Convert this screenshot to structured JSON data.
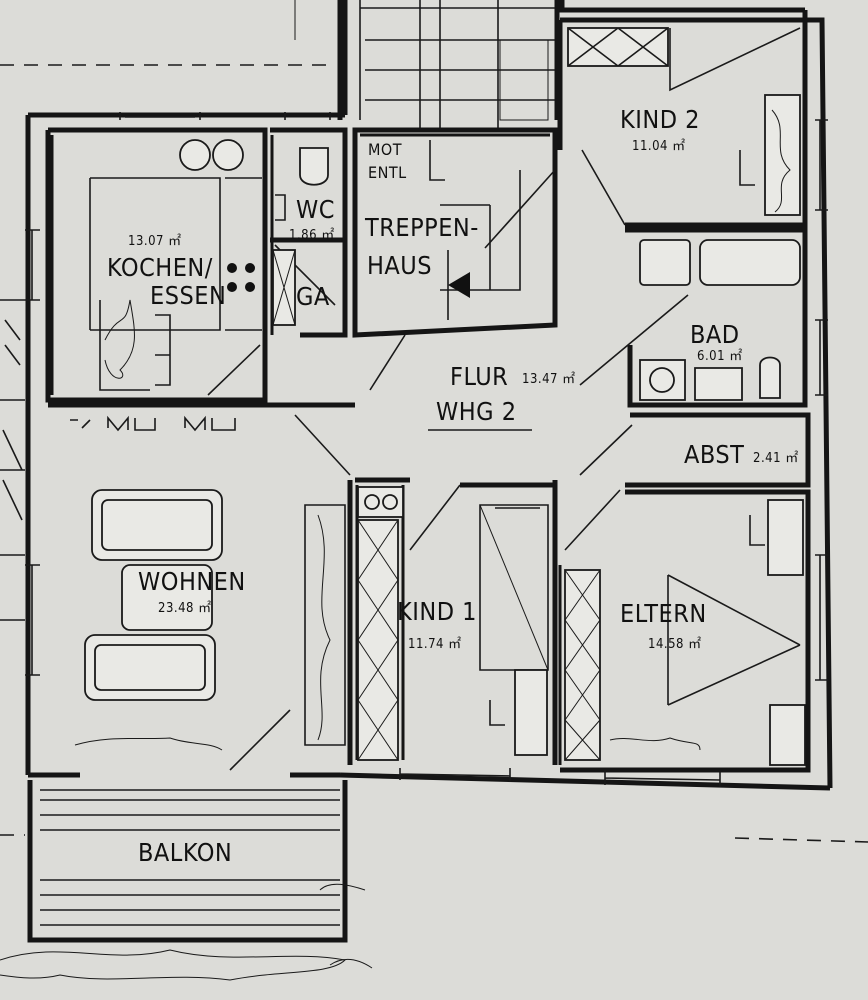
{
  "rooms": {
    "kind2": {
      "name": "KIND 2",
      "area": "11.04 ㎡"
    },
    "kochen": {
      "name1": "KOCHEN/",
      "name2": "ESSEN",
      "area": "13.07 ㎡"
    },
    "wc": {
      "name": "WC",
      "area": "1.86 ㎡"
    },
    "ga": {
      "name": "GA"
    },
    "mot": {
      "line1": "MOT",
      "line2": "ENTL"
    },
    "treppenhaus": {
      "name1": "TREPPEN-",
      "name2": "HAUS"
    },
    "bad": {
      "name": "BAD",
      "area": "6.01 ㎡"
    },
    "flur": {
      "name": "FLUR",
      "area": "13.47 ㎡"
    },
    "wohnung": {
      "name": "WHG 2"
    },
    "abst": {
      "name": "ABST",
      "area": "2.41 ㎡"
    },
    "wohnen": {
      "name": "WOHNEN",
      "area": "23.48 ㎡"
    },
    "kind1": {
      "name": "KIND 1",
      "area": "11.74 ㎡"
    },
    "eltern": {
      "name": "ELTERN",
      "area": "14.58 ㎡"
    },
    "balkon": {
      "name": "BALKON"
    }
  }
}
